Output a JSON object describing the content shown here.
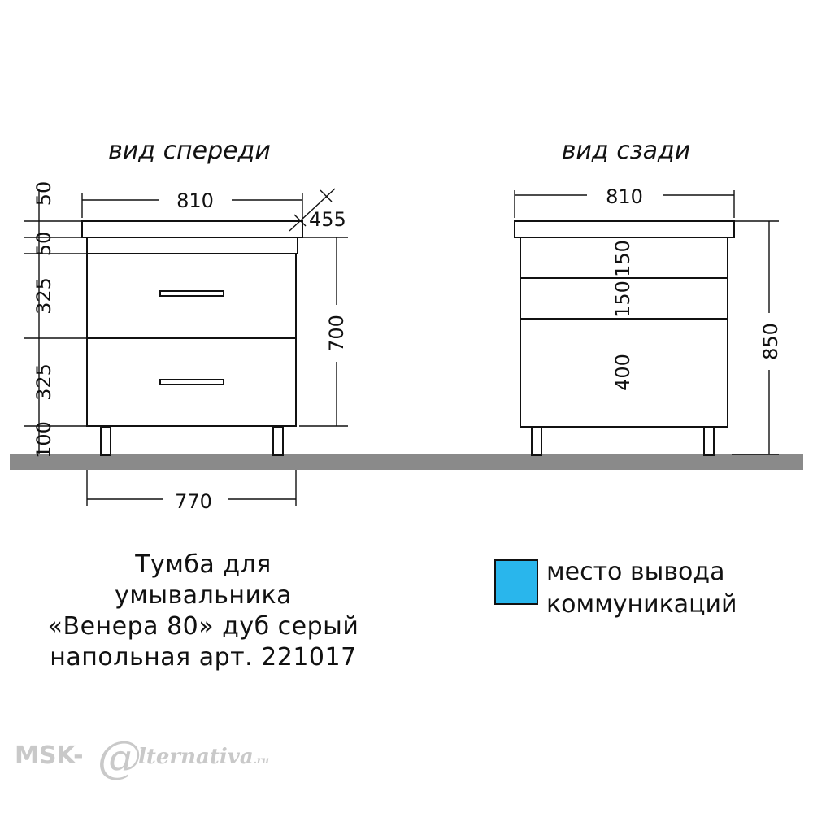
{
  "front_view": {
    "title": "вид спереди",
    "dims": {
      "width_top": "810",
      "depth": "455",
      "height_body": "700",
      "width_bottom": "770",
      "h_top": "50",
      "h_gap": "50",
      "h_drawer1": "325",
      "h_drawer2": "325",
      "h_legs": "100"
    }
  },
  "back_view": {
    "title": "вид сзади",
    "dims": {
      "width_top": "810",
      "total_height": "850",
      "h_zone1": "150",
      "h_zone2": "150",
      "h_zone3": "400"
    }
  },
  "caption": {
    "line1": "Тумба для",
    "line2": "умывальника",
    "line3": "«Венера 80» дуб серый",
    "line4": "напольная арт. 221017"
  },
  "legend": {
    "label_line1": "место вывода",
    "label_line2": "коммуникаций"
  },
  "colors": {
    "communications": "#29b6ec",
    "floor": "#8a8a8a"
  },
  "watermark": {
    "left": "MSK-",
    "at": "@",
    "right": "lternativa",
    "suffix": ".ru"
  }
}
